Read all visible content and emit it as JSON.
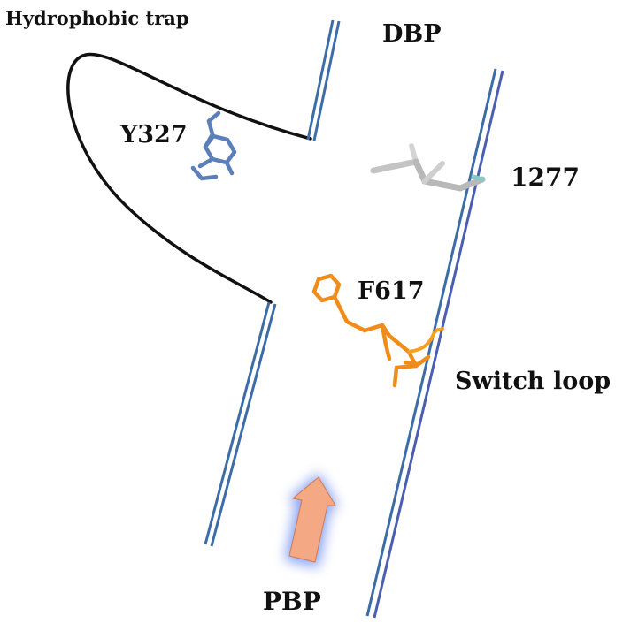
{
  "labels": {
    "hydrophobic_trap": "Hydrophobic trap",
    "dbp": "DBP",
    "y327": "Y327",
    "residue_1277": "1277",
    "f617": "F617",
    "switch_loop": "Switch loop",
    "pbp": "PBP"
  },
  "colors": {
    "tunnel_wall": "#3d6da6",
    "trap_outline": "#111111",
    "y327_residue": "#5b7fb8",
    "residue_1277": "#bdbdbd",
    "f617_residue": "#f08c1a",
    "arrow_fill": "#f4a883",
    "arrow_glow": "#6f8ff0"
  }
}
